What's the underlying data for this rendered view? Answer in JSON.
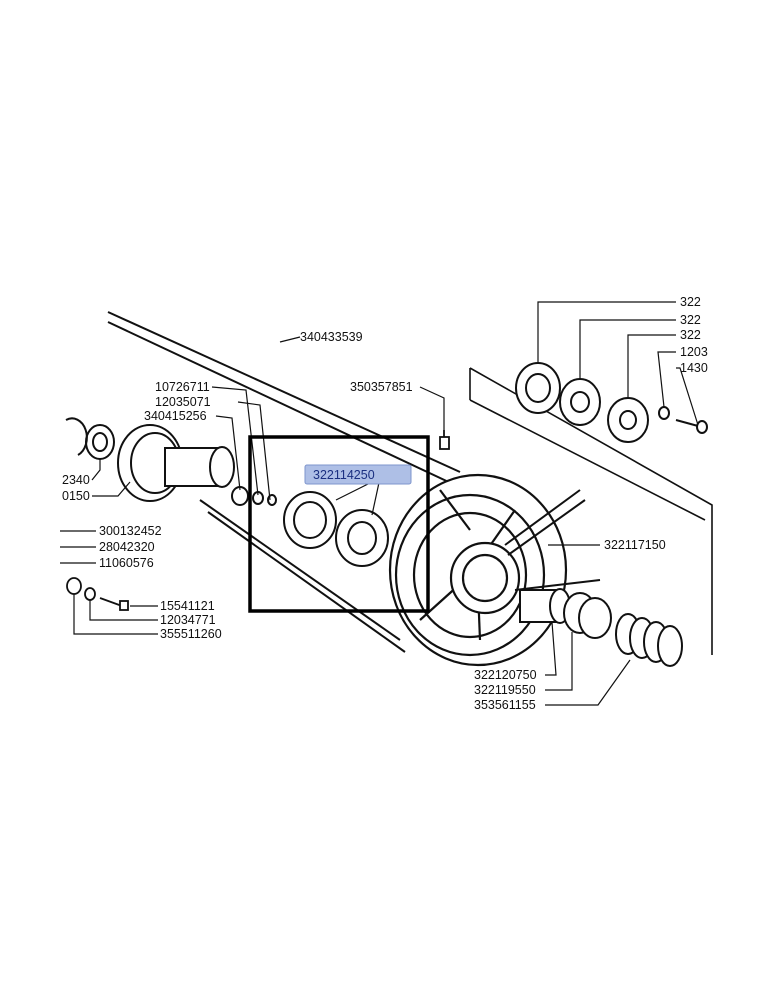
{
  "diagram": {
    "highlighted_part": "322114250",
    "part_numbers": {
      "p340433539": "340433539",
      "p350357851": "350357851",
      "p10726711": "10726711",
      "p12035071": "12035071",
      "p340415256": "340415256",
      "p2340": "2340",
      "p0150": "0150",
      "p300132452": "300132452",
      "p28042320": "28042320",
      "p11060576": "11060576",
      "p15541121": "15541121",
      "p12034771": "12034771",
      "p355511260": "355511260",
      "p322117150": "322117150",
      "p322120750": "322120750",
      "p322119550": "322119550",
      "p353561155": "353561155",
      "p322_a": "322",
      "p322_b": "322",
      "p322_c": "322",
      "p1203": "1203",
      "p1430": "1430"
    }
  },
  "colors": {
    "line": "#111111",
    "highlight_fill": "#aebfe6",
    "highlight_text": "#1a2f80"
  }
}
